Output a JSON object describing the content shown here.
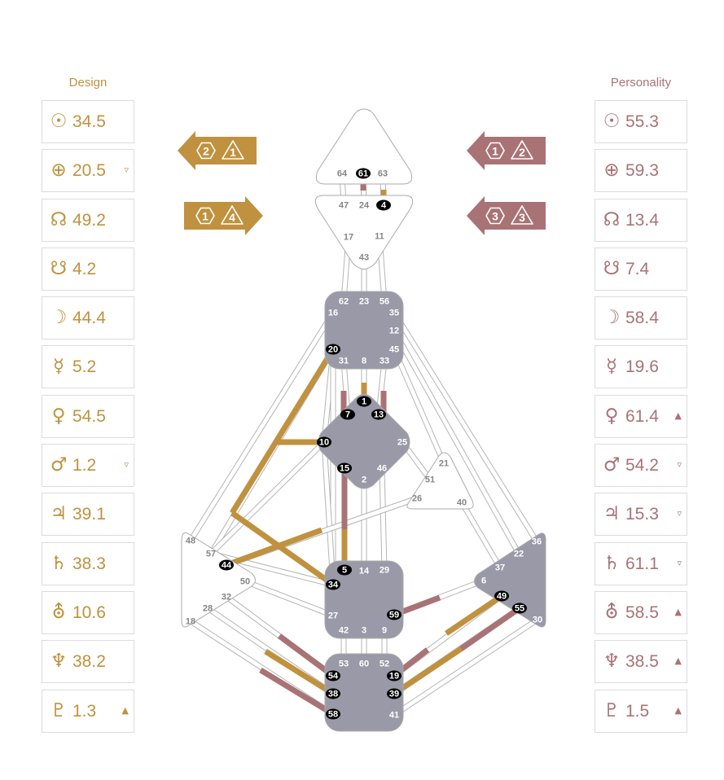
{
  "colors": {
    "design": "#c0913e",
    "personality": "#a97375",
    "defined_center": "#9a99a8",
    "outline": "#aaaaaa",
    "gate_text": "#868686",
    "active_gate": "#000000"
  },
  "design": {
    "title": "Design",
    "planets": [
      {
        "icon": "sun-icon",
        "glyph": "☉",
        "value": "34.5",
        "fixing": ""
      },
      {
        "icon": "earth-icon",
        "glyph": "⊕",
        "value": "20.5",
        "fixing": "▿"
      },
      {
        "icon": "north-node-icon",
        "glyph": "☊",
        "value": "49.2",
        "fixing": ""
      },
      {
        "icon": "south-node-icon",
        "glyph": "☋",
        "value": "4.2",
        "fixing": ""
      },
      {
        "icon": "moon-icon",
        "glyph": "☽",
        "value": "44.4",
        "fixing": ""
      },
      {
        "icon": "mercury-icon",
        "glyph": "☿",
        "value": "5.2",
        "fixing": ""
      },
      {
        "icon": "venus-icon",
        "glyph": "♀",
        "value": "54.5",
        "fixing": ""
      },
      {
        "icon": "mars-icon",
        "glyph": "♂",
        "value": "1.2",
        "fixing": "▿"
      },
      {
        "icon": "jupiter-icon",
        "glyph": "♃",
        "value": "39.1",
        "fixing": ""
      },
      {
        "icon": "saturn-icon",
        "glyph": "♄",
        "value": "38.3",
        "fixing": ""
      },
      {
        "icon": "uranus-icon",
        "glyph": "⛢",
        "value": "10.6",
        "fixing": ""
      },
      {
        "icon": "neptune-icon",
        "glyph": "♆",
        "value": "38.2",
        "fixing": ""
      },
      {
        "icon": "pluto-icon",
        "glyph": "♇",
        "value": "1.3",
        "fixing": "▲"
      }
    ],
    "arrows": [
      {
        "a": "2",
        "b": "1"
      },
      {
        "a": "1",
        "b": "4"
      }
    ]
  },
  "personality": {
    "title": "Personality",
    "planets": [
      {
        "icon": "sun-icon",
        "glyph": "☉",
        "value": "55.3",
        "fixing": ""
      },
      {
        "icon": "earth-icon",
        "glyph": "⊕",
        "value": "59.3",
        "fixing": ""
      },
      {
        "icon": "north-node-icon",
        "glyph": "☊",
        "value": "13.4",
        "fixing": ""
      },
      {
        "icon": "south-node-icon",
        "glyph": "☋",
        "value": "7.4",
        "fixing": ""
      },
      {
        "icon": "moon-icon",
        "glyph": "☽",
        "value": "58.4",
        "fixing": ""
      },
      {
        "icon": "mercury-icon",
        "glyph": "☿",
        "value": "19.6",
        "fixing": ""
      },
      {
        "icon": "venus-icon",
        "glyph": "♀",
        "value": "61.4",
        "fixing": "▲"
      },
      {
        "icon": "mars-icon",
        "glyph": "♂",
        "value": "54.2",
        "fixing": "▿"
      },
      {
        "icon": "jupiter-icon",
        "glyph": "♃",
        "value": "15.3",
        "fixing": "▿"
      },
      {
        "icon": "saturn-icon",
        "glyph": "♄",
        "value": "61.1",
        "fixing": "▿"
      },
      {
        "icon": "uranus-icon",
        "glyph": "⛢",
        "value": "58.5",
        "fixing": "▲"
      },
      {
        "icon": "neptune-icon",
        "glyph": "♆",
        "value": "38.5",
        "fixing": "▲"
      },
      {
        "icon": "pluto-icon",
        "glyph": "♇",
        "value": "1.5",
        "fixing": "▲"
      }
    ],
    "arrows": [
      {
        "a": "1",
        "b": "2"
      },
      {
        "a": "3",
        "b": "3"
      }
    ]
  },
  "centers": [
    {
      "id": "head",
      "defined": false
    },
    {
      "id": "ajna",
      "defined": false
    },
    {
      "id": "throat",
      "defined": true
    },
    {
      "id": "g",
      "defined": true
    },
    {
      "id": "heart",
      "defined": false
    },
    {
      "id": "spleen",
      "defined": false
    },
    {
      "id": "sacral",
      "defined": true
    },
    {
      "id": "solar-plexus",
      "defined": true
    },
    {
      "id": "root",
      "defined": true
    }
  ],
  "gates": [
    {
      "n": "64",
      "active": false
    },
    {
      "n": "61",
      "active": true
    },
    {
      "n": "63",
      "active": false
    },
    {
      "n": "47",
      "active": false
    },
    {
      "n": "24",
      "active": false
    },
    {
      "n": "4",
      "active": true
    },
    {
      "n": "17",
      "active": false
    },
    {
      "n": "11",
      "active": false
    },
    {
      "n": "43",
      "active": false
    },
    {
      "n": "62",
      "active": false
    },
    {
      "n": "23",
      "active": false
    },
    {
      "n": "56",
      "active": false
    },
    {
      "n": "16",
      "active": false
    },
    {
      "n": "35",
      "active": false
    },
    {
      "n": "12",
      "active": false
    },
    {
      "n": "20",
      "active": true
    },
    {
      "n": "45",
      "active": false
    },
    {
      "n": "31",
      "active": false
    },
    {
      "n": "8",
      "active": false
    },
    {
      "n": "33",
      "active": false
    },
    {
      "n": "1",
      "active": true
    },
    {
      "n": "7",
      "active": true
    },
    {
      "n": "13",
      "active": true
    },
    {
      "n": "10",
      "active": true
    },
    {
      "n": "25",
      "active": false
    },
    {
      "n": "15",
      "active": true
    },
    {
      "n": "46",
      "active": false
    },
    {
      "n": "2",
      "active": false
    },
    {
      "n": "21",
      "active": false
    },
    {
      "n": "51",
      "active": false
    },
    {
      "n": "26",
      "active": false
    },
    {
      "n": "40",
      "active": false
    },
    {
      "n": "48",
      "active": false
    },
    {
      "n": "57",
      "active": false
    },
    {
      "n": "44",
      "active": true
    },
    {
      "n": "50",
      "active": false
    },
    {
      "n": "32",
      "active": false
    },
    {
      "n": "28",
      "active": false
    },
    {
      "n": "18",
      "active": false
    },
    {
      "n": "5",
      "active": true
    },
    {
      "n": "14",
      "active": false
    },
    {
      "n": "29",
      "active": false
    },
    {
      "n": "34",
      "active": true
    },
    {
      "n": "27",
      "active": false
    },
    {
      "n": "59",
      "active": true
    },
    {
      "n": "42",
      "active": false
    },
    {
      "n": "3",
      "active": false
    },
    {
      "n": "9",
      "active": false
    },
    {
      "n": "36",
      "active": false
    },
    {
      "n": "22",
      "active": false
    },
    {
      "n": "37",
      "active": false
    },
    {
      "n": "6",
      "active": false
    },
    {
      "n": "49",
      "active": true
    },
    {
      "n": "55",
      "active": true
    },
    {
      "n": "30",
      "active": false
    },
    {
      "n": "53",
      "active": false
    },
    {
      "n": "60",
      "active": false
    },
    {
      "n": "52",
      "active": false
    },
    {
      "n": "54",
      "active": true
    },
    {
      "n": "19",
      "active": true
    },
    {
      "n": "38",
      "active": true
    },
    {
      "n": "39",
      "active": true
    },
    {
      "n": "58",
      "active": true
    },
    {
      "n": "41",
      "active": false
    }
  ],
  "channel_activations": [
    {
      "gate": "61",
      "by": "personality"
    },
    {
      "gate": "4",
      "by": "design"
    },
    {
      "gate": "20",
      "by": "design"
    },
    {
      "gate": "34",
      "by": "design"
    },
    {
      "gate": "10",
      "by": "design"
    },
    {
      "gate": "1",
      "by": "design"
    },
    {
      "gate": "7",
      "by": "personality"
    },
    {
      "gate": "13",
      "by": "personality"
    },
    {
      "gate": "15",
      "by": "personality"
    },
    {
      "gate": "5",
      "by": "design"
    },
    {
      "gate": "44",
      "by": "design"
    },
    {
      "gate": "59",
      "by": "personality"
    },
    {
      "gate": "49",
      "by": "design"
    },
    {
      "gate": "55",
      "by": "personality"
    },
    {
      "gate": "19",
      "by": "personality"
    },
    {
      "gate": "39",
      "by": "design"
    },
    {
      "gate": "54",
      "by": "personality"
    },
    {
      "gate": "38",
      "by": "design"
    },
    {
      "gate": "58",
      "by": "personality"
    }
  ]
}
